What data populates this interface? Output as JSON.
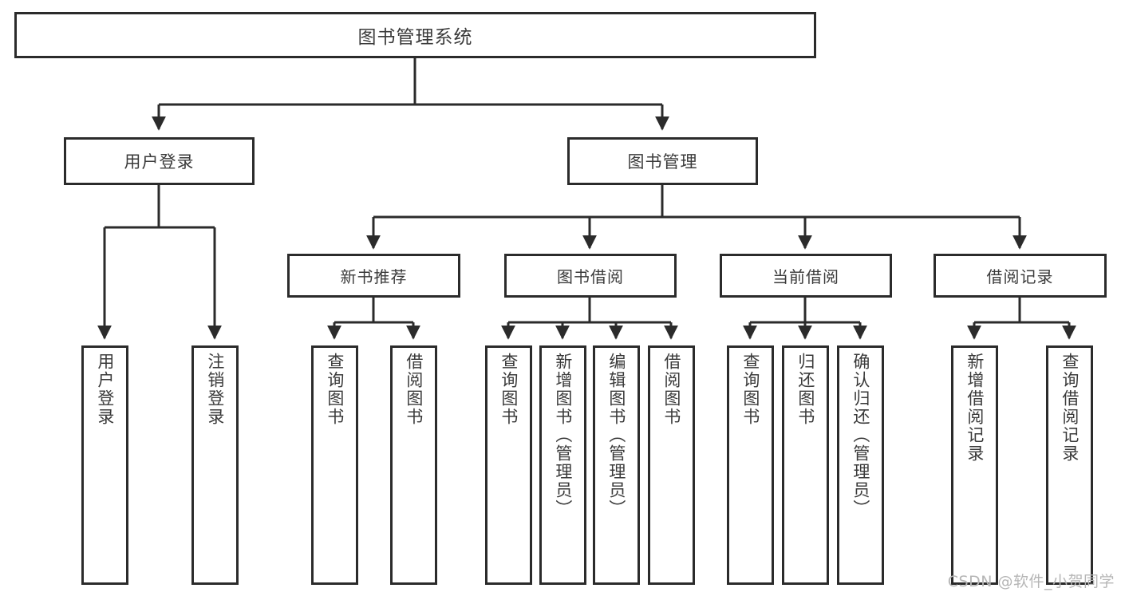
{
  "diagram": {
    "title": "图书管理系统",
    "watermark": "CSDN @软件_小贺同学",
    "colors": {
      "border": "#2b2b2b",
      "text": "#3a3a3a",
      "background": "#ffffff",
      "connector": "#2b2b2b",
      "watermark": "#b6b6b6"
    },
    "root": {
      "label": "图书管理系统"
    },
    "level1": [
      {
        "label": "用户登录"
      },
      {
        "label": "图书管理"
      }
    ],
    "level2": [
      {
        "label": "新书推荐"
      },
      {
        "label": "图书借阅"
      },
      {
        "label": "当前借阅"
      },
      {
        "label": "借阅记录"
      }
    ],
    "leaves": {
      "user_login": [
        {
          "label": "用户登录"
        },
        {
          "label": "注销登录"
        }
      ],
      "new_book_recommend": [
        {
          "label": "查询图书"
        },
        {
          "label": "借阅图书"
        }
      ],
      "book_borrow": [
        {
          "label": "查询图书"
        },
        {
          "label": "新增图书（管理员）"
        },
        {
          "label": "编辑图书（管理员）"
        },
        {
          "label": "借阅图书"
        }
      ],
      "current_borrow": [
        {
          "label": "查询图书"
        },
        {
          "label": "归还图书"
        },
        {
          "label": "确认归还（管理员）"
        }
      ],
      "borrow_record": [
        {
          "label": "新增借阅记录"
        },
        {
          "label": "查询借阅记录"
        }
      ]
    }
  }
}
